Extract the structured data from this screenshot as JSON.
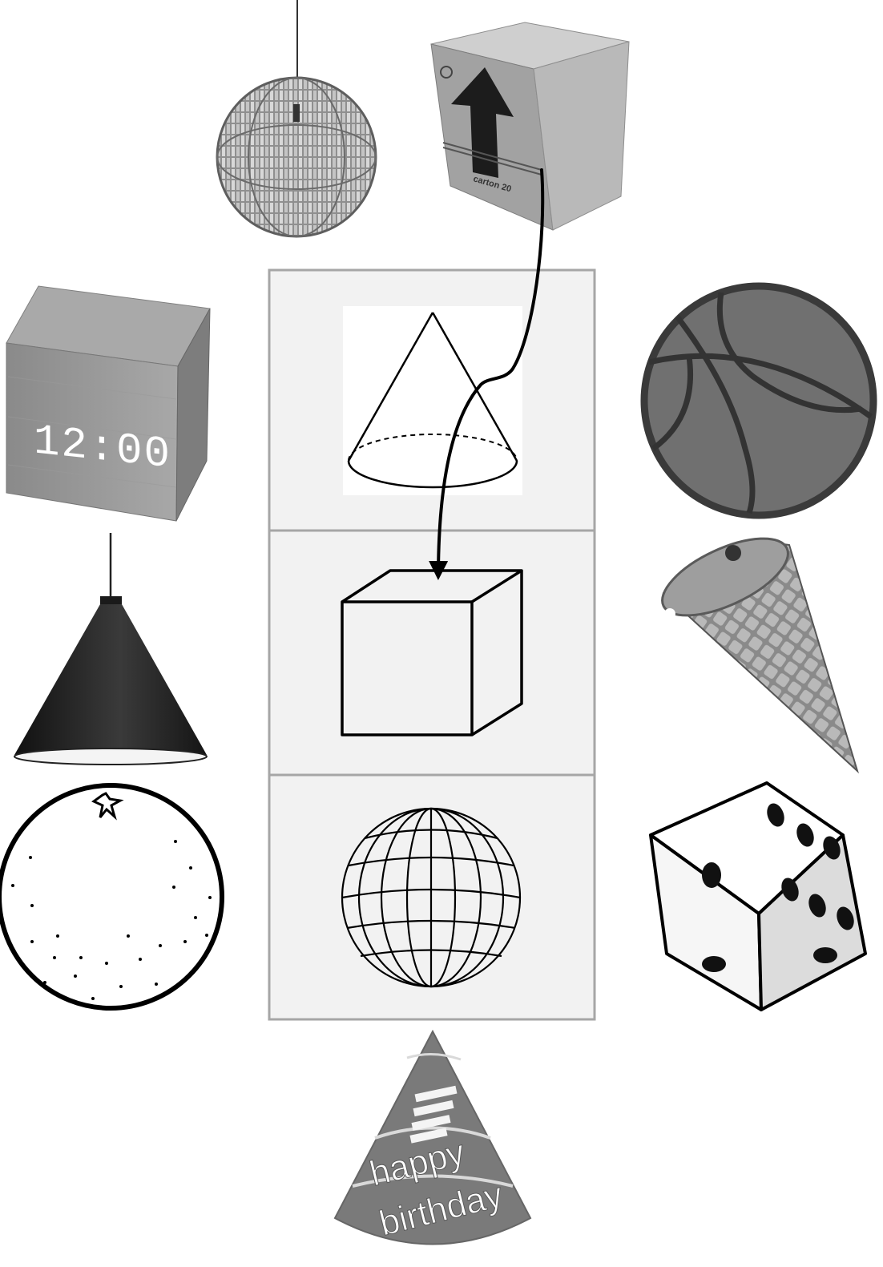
{
  "worksheet": {
    "shapes": [
      "cone",
      "cube",
      "sphere"
    ],
    "pictures": [
      {
        "id": "woven-ball-lamp",
        "shape": "sphere"
      },
      {
        "id": "cardboard-box",
        "shape": "cube"
      },
      {
        "id": "wooden-cube-clock",
        "shape": "cube",
        "display": "12:00"
      },
      {
        "id": "basketball",
        "shape": "sphere"
      },
      {
        "id": "cone-pendant-lamp",
        "shape": "cone"
      },
      {
        "id": "waffle-cone",
        "shape": "cone"
      },
      {
        "id": "orange",
        "shape": "sphere"
      },
      {
        "id": "dice",
        "shape": "cube"
      },
      {
        "id": "party-hat",
        "shape": "cone",
        "text_line1": "happy",
        "text_line2": "birthday"
      }
    ],
    "box_label": "carton 20",
    "drawn_match": {
      "from": "cardboard-box",
      "to": "cube"
    }
  },
  "colors": {
    "panel_bg": "#f2f2f2",
    "panel_border": "#a6a6a6",
    "line": "#000000",
    "mid_gray": "#7a7a7a",
    "box_gray": "#9c9c9c"
  }
}
